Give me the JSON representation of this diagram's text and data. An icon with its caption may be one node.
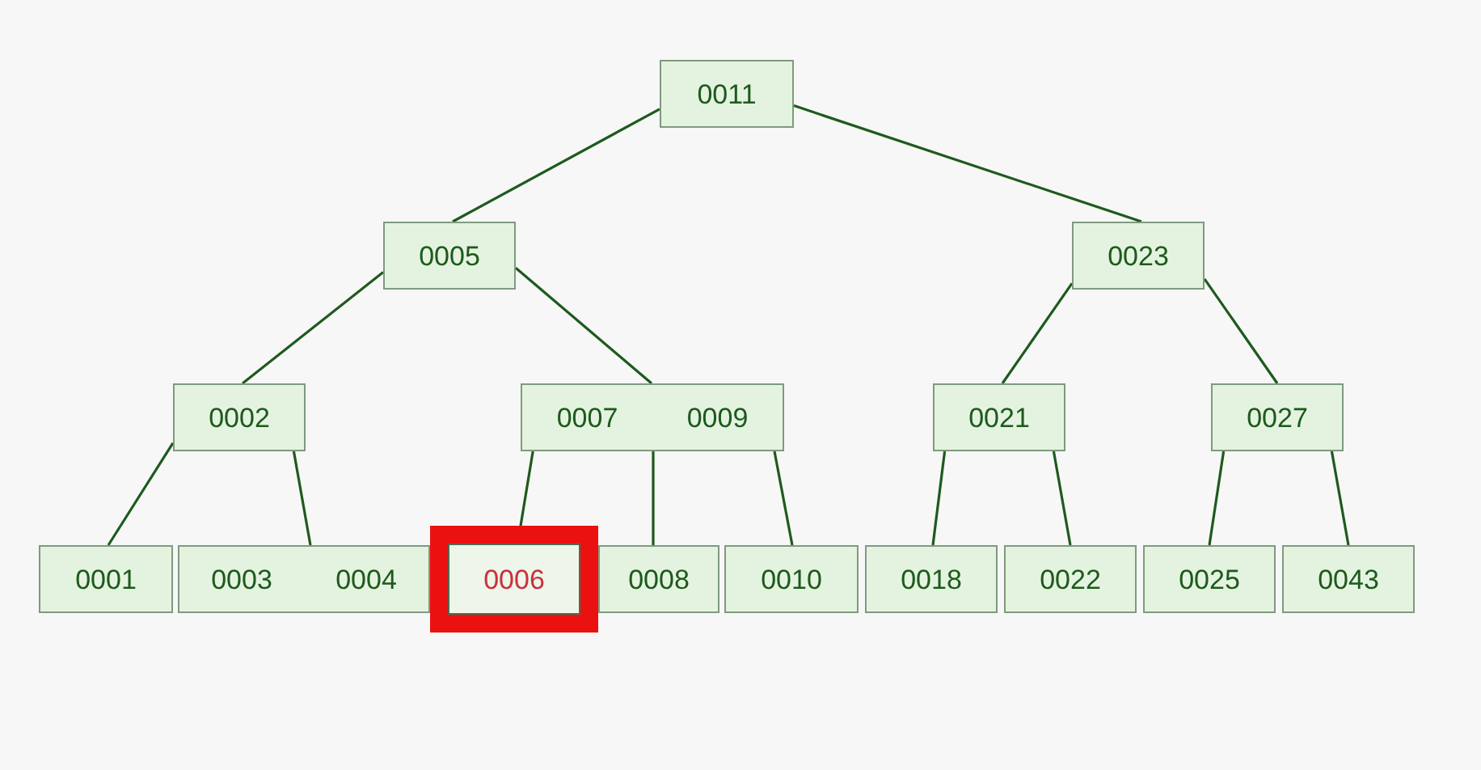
{
  "diagram": {
    "nodes": [
      {
        "text": [
          "0011"
        ]
      },
      {
        "text": [
          "0005"
        ]
      },
      {
        "text": [
          "0023"
        ]
      },
      {
        "text": [
          "0002"
        ]
      },
      {
        "text": [
          "0007",
          "0009"
        ]
      },
      {
        "text": [
          "0021"
        ]
      },
      {
        "text": [
          "0027"
        ]
      },
      {
        "text": [
          "0001"
        ]
      },
      {
        "text": [
          "0003",
          "0004"
        ]
      },
      {
        "text": [
          "0006"
        ]
      },
      {
        "text": [
          "0008"
        ]
      },
      {
        "text": [
          "0010"
        ]
      },
      {
        "text": [
          "0018"
        ]
      },
      {
        "text": [
          "0022"
        ]
      },
      {
        "text": [
          "0025"
        ]
      },
      {
        "text": [
          "0043"
        ]
      }
    ],
    "edges": [
      {
        "from": 0,
        "to": 1,
        "arrow": "none"
      },
      {
        "from": 0,
        "to": 2,
        "arrow": "none"
      },
      {
        "from": 1,
        "to": 3,
        "arrow": "none"
      },
      {
        "from": 1,
        "to": 4,
        "arrow": "none"
      },
      {
        "from": 2,
        "to": 5,
        "arrow": "none"
      },
      {
        "from": 2,
        "to": 6,
        "arrow": "none"
      },
      {
        "from": 3,
        "to": 7,
        "arrow": "none"
      },
      {
        "from": 3,
        "to": 8,
        "arrow": "none"
      },
      {
        "from": 4,
        "to": 9,
        "arrow": "none"
      },
      {
        "from": 4,
        "to": 10,
        "arrow": "none"
      },
      {
        "from": 4,
        "to": 11,
        "arrow": "none"
      },
      {
        "from": 5,
        "to": 12,
        "arrow": "none"
      },
      {
        "from": 5,
        "to": 13,
        "arrow": "none"
      },
      {
        "from": 6,
        "to": 14,
        "arrow": "none"
      },
      {
        "from": 6,
        "to": 15,
        "arrow": "none"
      }
    ]
  }
}
